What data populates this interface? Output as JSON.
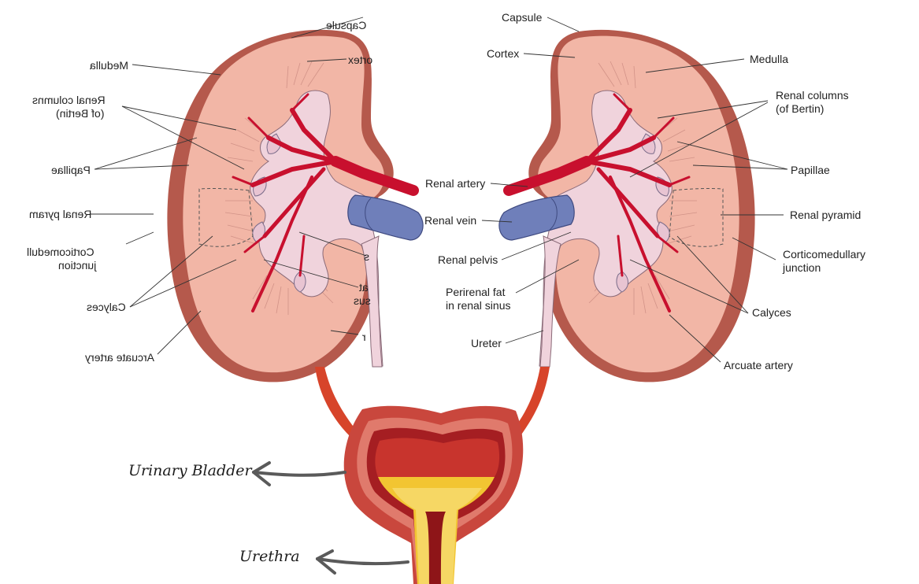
{
  "labels": {
    "capsule": "Capsule",
    "cortex": "Cortex",
    "medulla": "Medulla",
    "renal_columns_l1": "Renal columns",
    "renal_columns_l2": "(of Bertin)",
    "papillae": "Papillae",
    "renal_artery": "Renal artery",
    "renal_vein": "Renal vein",
    "renal_pyramid": "Renal pyramid",
    "renal_pelvis": "Renal pelvis",
    "corticomedullary_l1": "Corticomedullary",
    "corticomedullary_l2": "junction",
    "perirenal_l1": "Perirenal fat",
    "perirenal_l2": "in renal sinus",
    "calyces": "Calyces",
    "ureter": "Ureter",
    "arcuate_artery": "Arcuate artery"
  },
  "mirrored": {
    "capsule": "Capsule",
    "cortex": "ortex",
    "medulla": "Medulla",
    "renal_columns_l1": "Renal columns",
    "renal_columns_l2": "(of Bertin)",
    "papillae": "Papillae",
    "renal_pyramid": "Renal pyram",
    "corticomedullary_l1": "Corticomedull",
    "corticomedullary_l2": "junction",
    "calyces": "Calyces",
    "arcuate_artery": "Arcuate artery",
    "frag_s": "s",
    "frag_at": "at",
    "frag_sus": "sus",
    "frag_r": "r"
  },
  "captions": {
    "bladder": "Urinary Bladder",
    "urethra": "Urethra"
  },
  "colors": {
    "cortex": "#f2b6a6",
    "capsule": "#b5594c",
    "pelvis": "#f0d3dc",
    "artery": "#c8102e",
    "vein": "#6f7fba",
    "ureter_red": "#d7442a",
    "bladder_outer": "#c9473d",
    "bladder_inner": "#a51e22",
    "urine": "#f2c532",
    "arrow": "#5a5a5a"
  }
}
